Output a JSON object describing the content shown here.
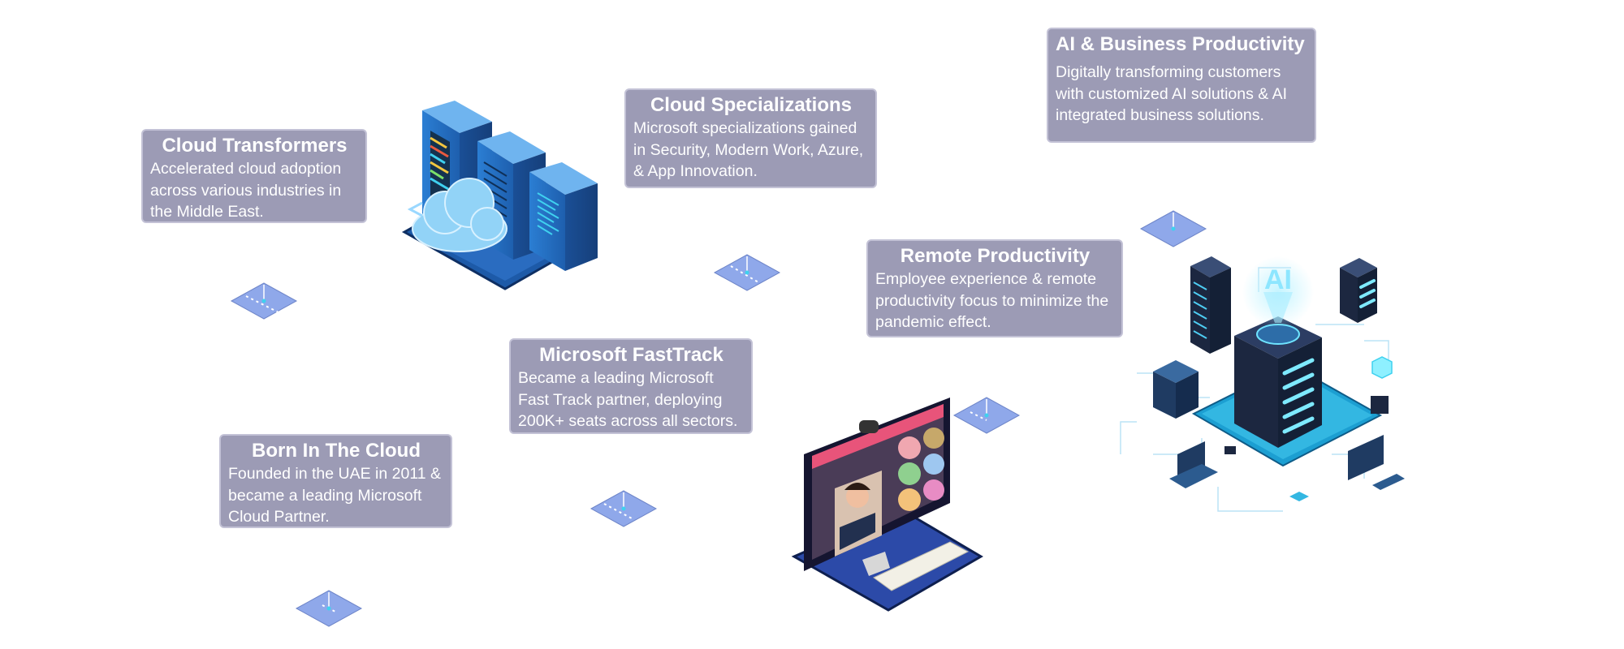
{
  "milestones": [
    {
      "title": "Cloud Transformers",
      "description": "Accelerated cloud adoption across various industries in the Middle East."
    },
    {
      "title": "Cloud Specializations",
      "description": "Microsoft specializations gained in Security, Modern Work, Azure, & App Innovation."
    },
    {
      "title": "AI & Business Productivity",
      "description": "Digitally transforming customers with customized AI solutions & AI integrated business solutions."
    },
    {
      "title": "Remote Productivity",
      "description": "Employee experience & remote productivity focus to minimize the pandemic effect."
    },
    {
      "title": "Microsoft FastTrack",
      "description": "Became a leading Microsoft Fast Track partner, deploying 200K+ seats across all sectors."
    },
    {
      "title": "Born In The Cloud",
      "description": "Founded in the UAE in 2011 & became a leading Microsoft Cloud Partner."
    }
  ],
  "illustrations": {
    "servers": "server-cloud-icon",
    "video_call": "video-conference-icon",
    "ai_datacenter": "ai-datacenter-icon"
  },
  "colors": {
    "card_background": "#9c9bb5",
    "tile": "#8fa8ea",
    "server_blue": "#2f7fd4",
    "accent_cyan": "#3fd1ef"
  }
}
